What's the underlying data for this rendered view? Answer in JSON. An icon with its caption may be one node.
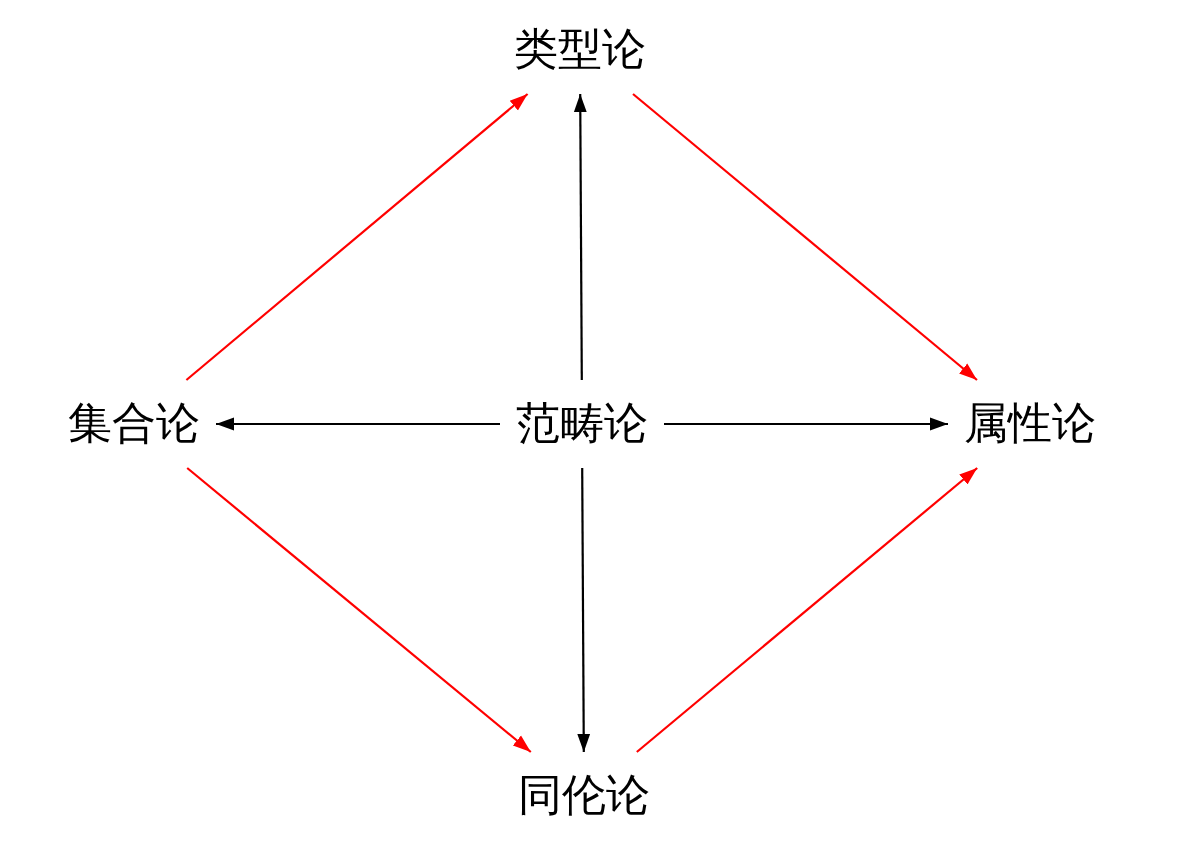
{
  "diagram": {
    "nodes": [
      {
        "text": [
          "类型论"
        ]
      },
      {
        "text": [
          "集合论"
        ]
      },
      {
        "text": [
          "范畴论"
        ]
      },
      {
        "text": [
          "属性论"
        ]
      },
      {
        "text": [
          "同伦论"
        ]
      }
    ],
    "edges": [
      {
        "from": 1,
        "to": 0,
        "arrow": "to",
        "color": "#ff0000"
      },
      {
        "from": 0,
        "to": 3,
        "arrow": "to",
        "color": "#ff0000"
      },
      {
        "from": 1,
        "to": 4,
        "arrow": "to",
        "color": "#ff0000"
      },
      {
        "from": 4,
        "to": 3,
        "arrow": "to",
        "color": "#ff0000"
      },
      {
        "from": 2,
        "to": 0,
        "arrow": "to",
        "color": "#000000"
      },
      {
        "from": 2,
        "to": 1,
        "arrow": "to",
        "color": "#000000"
      },
      {
        "from": 2,
        "to": 3,
        "arrow": "to",
        "color": "#000000"
      },
      {
        "from": 2,
        "to": 4,
        "arrow": "to",
        "color": "#000000"
      }
    ]
  }
}
